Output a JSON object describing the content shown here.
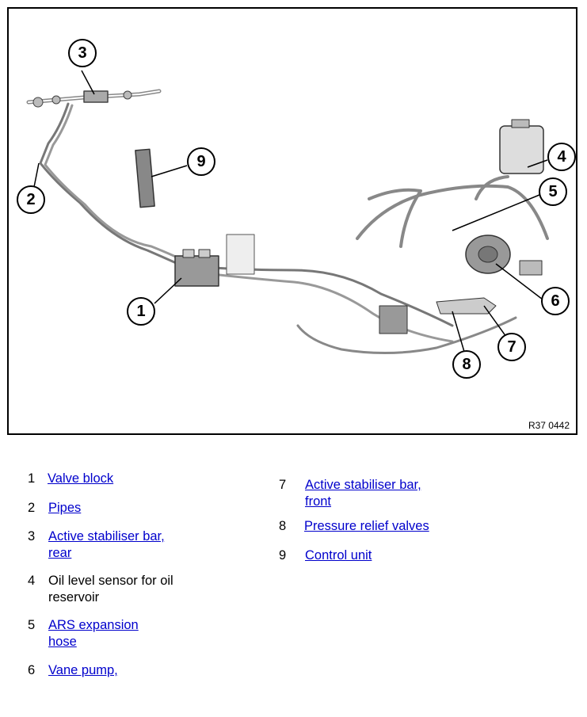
{
  "figure": {
    "id_label": "R37 0442",
    "callouts": [
      "1",
      "2",
      "3",
      "4",
      "5",
      "6",
      "7",
      "8",
      "9"
    ]
  },
  "legend": [
    {
      "num": "1",
      "label": "Valve block",
      "link": true
    },
    {
      "num": "2",
      "label": "Pipes",
      "link": true
    },
    {
      "num": "3",
      "label": "Active stabiliser bar, rear",
      "link": true
    },
    {
      "num": "4",
      "label": "Oil level sensor for oil reservoir",
      "link": false
    },
    {
      "num": "5",
      "label": "ARS expansion hose",
      "link": true
    },
    {
      "num": "6",
      "label": "Vane pump,",
      "link": true
    },
    {
      "num": "7",
      "label": "Active stabiliser bar, front",
      "link": true
    },
    {
      "num": "8",
      "label": "Pressure relief valves",
      "link": true
    },
    {
      "num": "9",
      "label": "Control unit",
      "link": true
    }
  ],
  "colors": {
    "link": "#0000cc",
    "text": "#000000"
  }
}
